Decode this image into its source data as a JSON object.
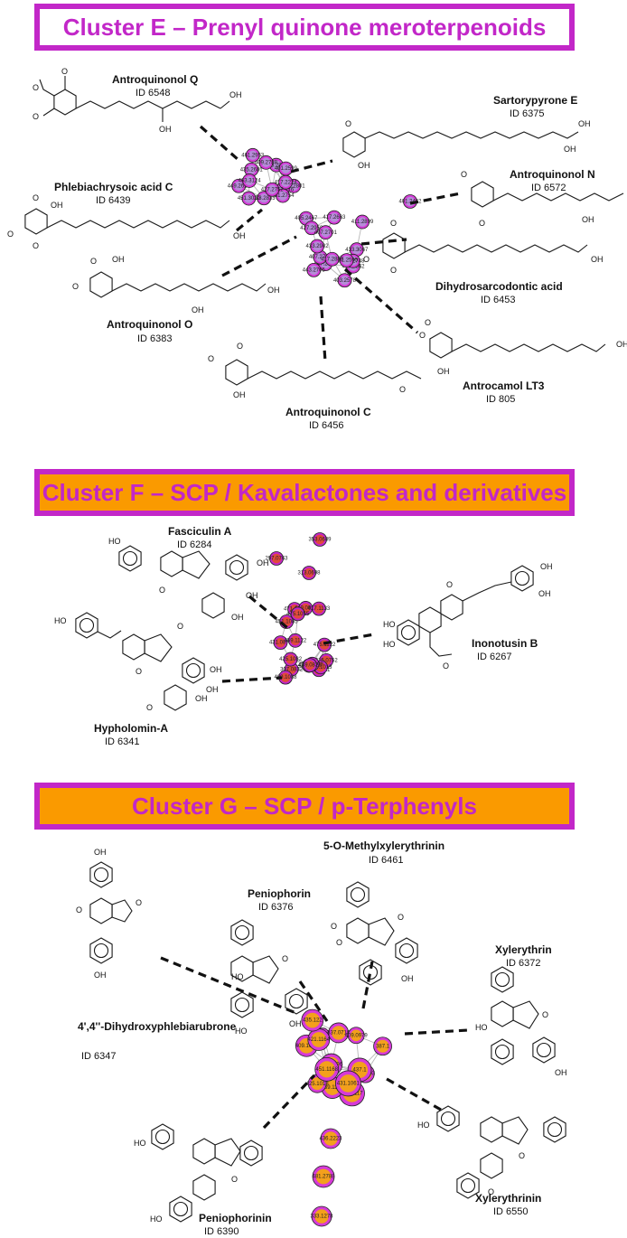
{
  "clusters": [
    {
      "title": "Cluster E – Prenyl quinone meroterpenoids",
      "compounds": [
        {
          "name": "Antroquinonol Q",
          "id": "ID 6548"
        },
        {
          "name": "Sartorypyrone E",
          "id": "ID 6375"
        },
        {
          "name": "Antroquinonol N",
          "id": "ID 6572"
        },
        {
          "name": "Phlebiachrysoic acid C",
          "id": "ID 6439"
        },
        {
          "name": "Dihydrosarcodontic acid",
          "id": "ID 6453"
        },
        {
          "name": "Antroquinonol O",
          "id": "ID 6383"
        },
        {
          "name": "Antrocamol LT3",
          "id": "ID 805"
        },
        {
          "name": "Antroquinonol C",
          "id": "ID 6456"
        }
      ],
      "node_labels": [
        "461.2801",
        "431.2676",
        "433.2833",
        "451.3020",
        "435.2681",
        "461.2953",
        "463.2815",
        "401.2599",
        "417.2224",
        "431.2754",
        "427.2752",
        "449.2614",
        "463.3124",
        "409.2788",
        "477.2862",
        "403.2578",
        "447.2746",
        "407.2793",
        "433.2902",
        "405.2467",
        "417.2663",
        "411.2899",
        "433.3067",
        "437.2748",
        "431.2595",
        "417.2888",
        "443.2705",
        "427.2959",
        "407.2701",
        "401.2452"
      ],
      "node_color": "#b58cd8",
      "node_ring": "#d63ad8"
    },
    {
      "title": "Cluster F – SCP / Kavalactones and derivatives",
      "compounds": [
        {
          "name": "Fasciculin A",
          "id": "ID 6284"
        },
        {
          "name": "Inonotusin B",
          "id": "ID 6267"
        },
        {
          "name": "Hypholomin-A",
          "id": "ID 6341"
        }
      ],
      "node_labels": [
        "353.0689",
        "297.0763",
        "313.0698",
        "315.0752",
        "409.0821",
        "423.1076",
        "307.0832",
        "431.0871",
        "459.1122",
        "471.1110",
        "449.0919",
        "417.1133",
        "475.1122",
        "473.1013",
        "501.1108",
        "449.0821",
        "489.1088",
        "425.1082",
        "451.1085",
        "475.1055"
      ],
      "node_color": "#e04a3b",
      "node_ring": "#c227c8"
    },
    {
      "title": "Cluster G – SCP / p-Terphenyls",
      "compounds": [
        {
          "name": "5-O-Methylxylerythrinin",
          "id": "ID 6461"
        },
        {
          "name": "Peniophorin",
          "id": "ID 6376"
        },
        {
          "name": "Xylerythrin",
          "id": "ID 6372"
        },
        {
          "name": "4',4''-Dihydroxyphlebiarubrone",
          "id": "ID 6347"
        },
        {
          "name": "Xylerythrinin",
          "id": "ID 6550"
        },
        {
          "name": "Peniophorinin",
          "id": "ID 6390"
        }
      ],
      "node_labels": [
        "453.103",
        "451.1117",
        "439.1169",
        "425.1018",
        "409.1068",
        "411.086",
        "337.0718",
        "409.0979",
        "387.1",
        "437.1",
        "431.1061",
        "421.1196",
        "451.1168",
        "421.1164",
        "435.122",
        "436.2223",
        "481.2788",
        "333.1278"
      ],
      "node_color": "#f3a01c",
      "node_ring": "#d63ad8"
    }
  ],
  "atom_labels": {
    "O": "O",
    "OH": "OH",
    "HO": "HO"
  },
  "colors": {
    "banner_border": "#c227c8",
    "banner_text": "#c227c8",
    "banner_f_g_fill": "#fa9a00",
    "link": "#111111"
  }
}
